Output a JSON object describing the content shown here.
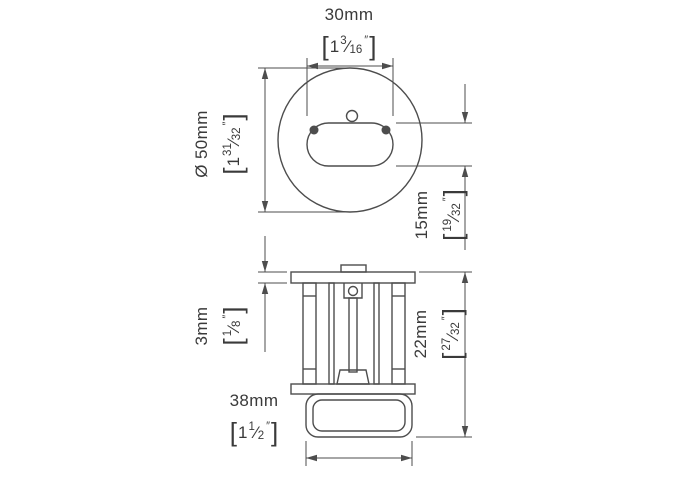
{
  "colors": {
    "ink": "#4d4d4d"
  },
  "symbols": {
    "bracket_open": "[",
    "bracket_close": "]",
    "fraction_slash": "⁄",
    "inch_mark": "″"
  },
  "dimensions": {
    "slot_width": {
      "metric": "30mm",
      "whole": "1",
      "num": "3",
      "den": "16"
    },
    "base_diameter": {
      "metric": "Ø 50mm",
      "whole": "1",
      "num": "31",
      "den": "32"
    },
    "slot_height": {
      "metric": "15mm",
      "whole": "",
      "num": "19",
      "den": "32"
    },
    "plate_thickness": {
      "metric": "3mm",
      "whole": "",
      "num": "1",
      "den": "8"
    },
    "body_height": {
      "metric": "22mm",
      "whole": "",
      "num": "27",
      "den": "32"
    },
    "bumper_width": {
      "metric": "38mm",
      "whole": "1",
      "num": "1",
      "den": "2"
    }
  }
}
